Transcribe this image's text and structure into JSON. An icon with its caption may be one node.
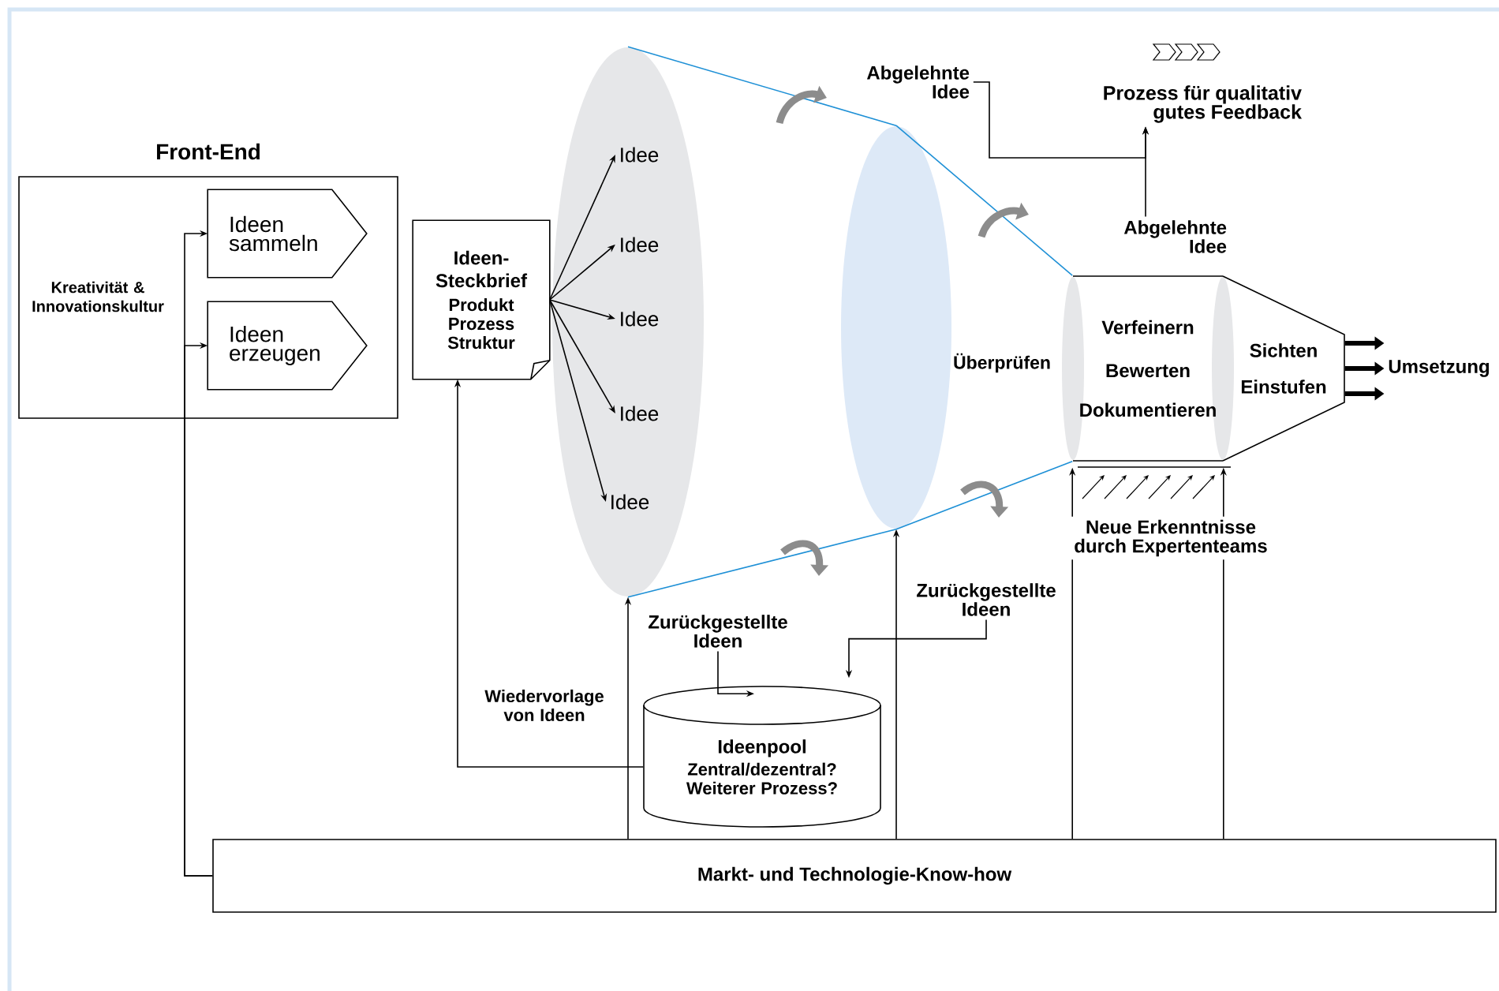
{
  "diagram": {
    "nodes": [
      {
        "text": [
          "Front-End",
          "Kreativität & Innovationskultur"
        ]
      },
      {
        "text": [
          "Ideen sammeln"
        ],
        "in": 0
      },
      {
        "text": [
          "Ideen erzeugen"
        ],
        "in": 0
      },
      {
        "text": [
          "Ideen-Steckbrief",
          "Produkt Prozess Struktur"
        ]
      },
      {
        "text": [],
        "shape": "ellipse"
      },
      {
        "text": [
          "Idee"
        ],
        "in": 4
      },
      {
        "text": [
          "Idee"
        ],
        "in": 4
      },
      {
        "text": [
          "Idee"
        ],
        "in": 4
      },
      {
        "text": [
          "Idee"
        ],
        "in": 4
      },
      {
        "text": [
          "Idee"
        ],
        "in": 4
      },
      {
        "text": [],
        "shape": "ellipse",
        "beside": [
          "Überprüfen"
        ]
      },
      {
        "text": [
          "Verfeinern",
          "Bewerten",
          "Dokumentieren"
        ]
      },
      {
        "text": [
          "Sichten",
          "Einstufen"
        ]
      },
      {
        "text": [
          "Umsetzung"
        ]
      },
      {
        "text": [
          "Abgelehnte Idee"
        ]
      },
      {
        "text": [
          "Abgelehnte Idee"
        ]
      },
      {
        "text": [
          "Prozess für qualitativ gutes Feedback"
        ]
      },
      {
        "text": [
          "Zurückgestellte Ideen"
        ]
      },
      {
        "text": [
          "Zurückgestellte Ideen"
        ]
      },
      {
        "text": [
          "Ideenpool",
          "Zentral/dezentral? Weiterer Prozess?"
        ]
      },
      {
        "text": [
          "Markt- und Technologie-Know-how"
        ]
      }
    ],
    "edges": [
      {
        "from": 3,
        "to": 5,
        "arrow": "to"
      },
      {
        "from": 3,
        "to": 6,
        "arrow": "to"
      },
      {
        "from": 3,
        "to": 7,
        "arrow": "to"
      },
      {
        "from": 3,
        "to": 8,
        "arrow": "to"
      },
      {
        "from": 3,
        "to": 9,
        "arrow": "to"
      },
      {
        "from": 20,
        "to": 1,
        "arrow": "to"
      },
      {
        "from": 20,
        "to": 2,
        "arrow": "to"
      },
      {
        "from": 20,
        "to": 4,
        "arrow": "to"
      },
      {
        "from": 20,
        "to": 10,
        "arrow": "to"
      },
      {
        "from": 20,
        "to": 11,
        "arrow": "to"
      },
      {
        "from": 20,
        "to": 11,
        "arrow": "to"
      },
      {
        "from": 14,
        "to": 16,
        "arrow": "to"
      },
      {
        "from": 15,
        "to": 16,
        "arrow": "to"
      },
      {
        "from": 17,
        "to": 19,
        "arrow": "to"
      },
      {
        "from": 18,
        "to": 19,
        "arrow": "to"
      },
      {
        "from": 19,
        "to": 3,
        "arrow": "to",
        "label": "Wiedervorlage von Ideen"
      },
      {
        "from": 12,
        "to": 13,
        "arrow": "to",
        "style": "thick"
      },
      {
        "from": 12,
        "to": 13,
        "arrow": "to",
        "style": "thick"
      },
      {
        "from": 12,
        "to": 13,
        "arrow": "to",
        "style": "thick"
      },
      {
        "from": 4,
        "to": 10,
        "arrow": "none",
        "color": "#1e90d6"
      },
      {
        "from": 10,
        "to": 11,
        "arrow": "none",
        "color": "#1e90d6"
      },
      {
        "from": 4,
        "to": 10,
        "arrow": "none",
        "color": "#1e90d6"
      },
      {
        "from": 10,
        "to": 11,
        "arrow": "none",
        "color": "#1e90d6"
      }
    ],
    "labels": [
      "Neue Erkenntnisse durch Expertenteams"
    ]
  }
}
